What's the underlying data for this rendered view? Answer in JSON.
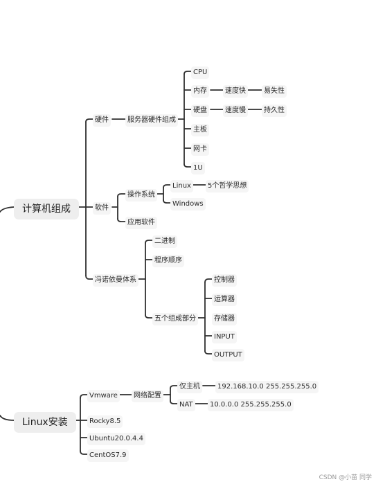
{
  "roots": {
    "computer": "计算机组成",
    "linux": "Linux安装"
  },
  "hardware": {
    "label": "硬件",
    "server_hw": "服务器硬件组成",
    "cpu": "CPU",
    "memory": "内存",
    "memory_speed": "速度快",
    "memory_trait": "易失性",
    "disk": "硬盘",
    "disk_speed": "速度慢",
    "disk_trait": "持久性",
    "motherboard": "主板",
    "nic": "网卡",
    "unit": "1U"
  },
  "software": {
    "label": "软件",
    "os": "操作系统",
    "linux": "Linux",
    "linux_note": "5个哲学思想",
    "windows": "Windows",
    "apps": "应用软件"
  },
  "von_neumann": {
    "label": "冯诺依曼体系",
    "binary": "二进制",
    "sequence": "程序顺序",
    "five_parts": "五个组成部分",
    "controller": "控制器",
    "alu": "运算器",
    "memory": "存储器",
    "input": "INPUT",
    "output": "OUTPUT"
  },
  "install": {
    "vmware": "Vmware",
    "net_config": "网络配置",
    "hostonly": "仅主机",
    "hostonly_ip": "192.168.10.0 255.255.255.0",
    "nat": "NAT",
    "nat_ip": "10.0.0.0  255.255.255.0",
    "rocky": "Rocky8.5",
    "ubuntu": "Ubuntu20.0.4.4",
    "centos": "CentOS7.9"
  },
  "watermark": "CSDN @小苗 同学",
  "colors": {
    "line": "#2f2f2f",
    "node_bg": "#f5f5f5",
    "root_bg": "#eeeeee"
  }
}
